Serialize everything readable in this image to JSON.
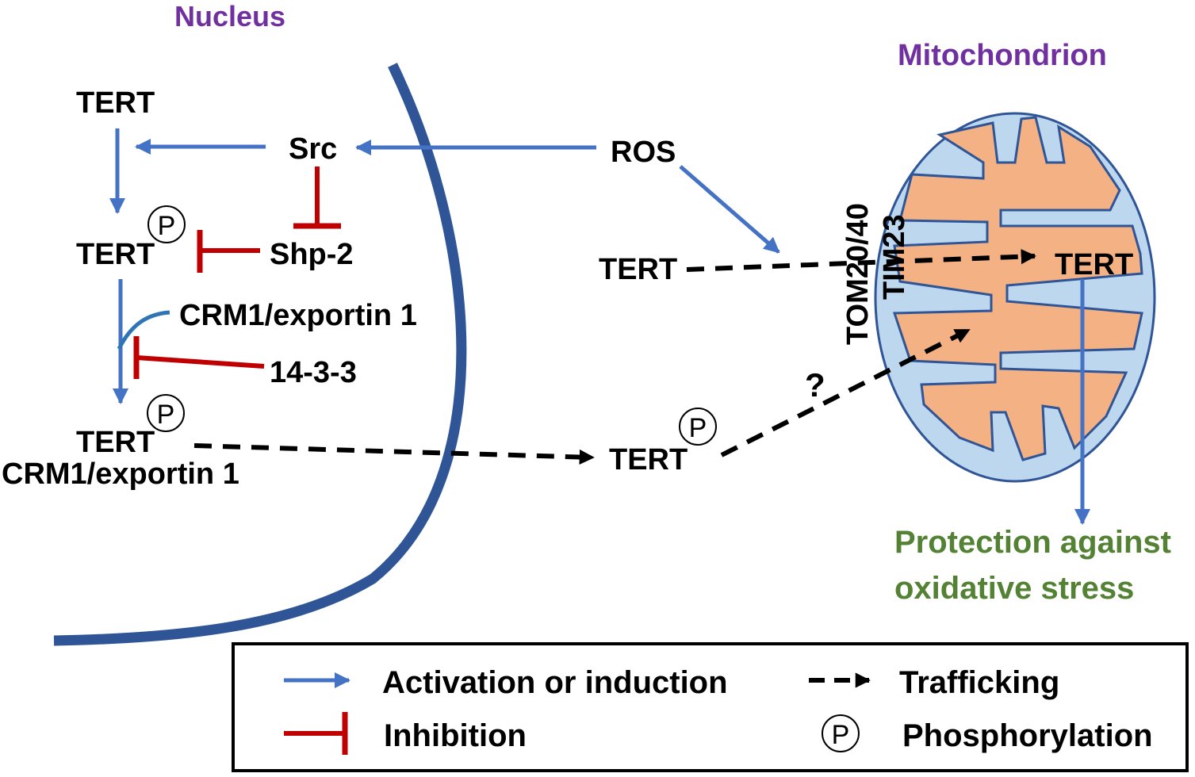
{
  "compartments": {
    "nucleus": "Nucleus",
    "mitochondrion": "Mitochondrion"
  },
  "nodes": {
    "tert_top": "TERT",
    "src": "Src",
    "ros": "ROS",
    "tert_p1": "TERT",
    "shp2": "Shp-2",
    "crm1_mid": "CRM1/exportin 1",
    "p1433": "14-3-3",
    "tert_p2": "TERT",
    "crm1_bottom": "CRM1/exportin 1",
    "tert_cyto": "TERT",
    "tert_cyto_p": "TERT",
    "tom": "TOM20/40",
    "tim": "TIM23",
    "tert_mito": "TERT",
    "question": "?",
    "outcome_line1": "Protection against",
    "outcome_line2": "oxidative stress"
  },
  "phospho_symbol": "P",
  "legend": {
    "activation": "Activation or induction",
    "inhibition": "Inhibition",
    "trafficking": "Trafficking",
    "phosphorylation": "Phosphorylation"
  },
  "colors": {
    "activation": "#4472c4",
    "inhibition": "#c00000",
    "trafficking": "#000000",
    "nuclear_membrane": "#2f5597",
    "mito_outer": "#bdd7ee",
    "mito_matrix": "#f4b183",
    "mito_border": "#2f5597",
    "compartment_label": "#7030a0",
    "outcome_label": "#548235"
  }
}
